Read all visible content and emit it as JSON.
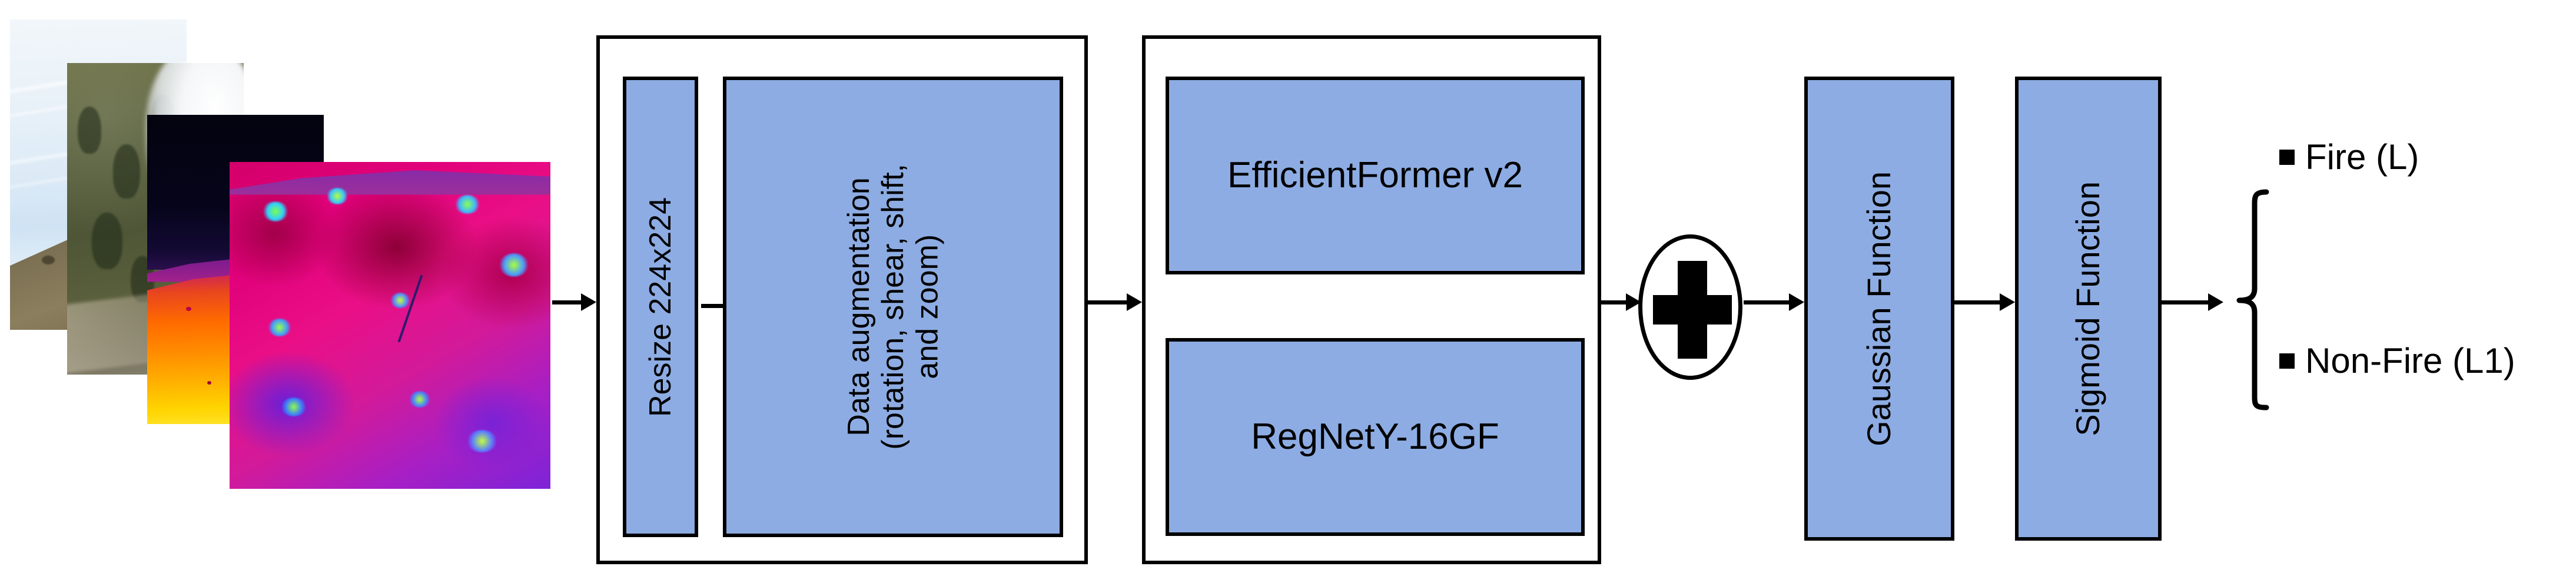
{
  "diagram": {
    "title": "Wildfire detection pipeline",
    "accent_blue": "#8DACE3",
    "stroke_color": "#000000",
    "background": "#FFFFFF"
  },
  "input": {
    "name": "input-image-stack",
    "description": "Stack of four overlapping input images",
    "images": [
      {
        "id": "image-1",
        "caption": "RGB aerial photo of dry hillside under sky"
      },
      {
        "id": "image-2",
        "caption": "RGB aerial photo of conifer forest with smoke plume"
      },
      {
        "id": "image-3",
        "caption": "Infrared thermal image of hot terrain"
      },
      {
        "id": "image-4",
        "caption": "False-colour analysis map of burn area"
      }
    ]
  },
  "preprocessing": {
    "name": "preprocessing-stage",
    "blocks": [
      {
        "id": "resize-block",
        "label": "Resize 224x224"
      },
      {
        "id": "augmentation-block",
        "label": "Data augmentation\n(rotation, shear, shift,\nand zoom)"
      }
    ]
  },
  "models": {
    "name": "backbone-models-stage",
    "blocks": [
      {
        "id": "efficientformer-block",
        "label": "EfficientFormer v2"
      },
      {
        "id": "regnety-block",
        "label": "RegNetY-16GF"
      }
    ]
  },
  "fusion": {
    "name": "fusion-node",
    "operator": "+",
    "icon": "plus-icon"
  },
  "postprocessing": {
    "name": "postprocessing-stage",
    "blocks": [
      {
        "id": "gaussian-block",
        "label": "Gaussian Function"
      },
      {
        "id": "sigmoid-block",
        "label": "Sigmoid Function"
      }
    ]
  },
  "output": {
    "name": "classification-output",
    "classes": [
      {
        "id": "class-fire",
        "label": "Fire  (L)"
      },
      {
        "id": "class-non-fire",
        "label": "Non-Fire (L1)"
      }
    ]
  },
  "connectors": [
    {
      "id": "arrow-input-to-preprocessing"
    },
    {
      "id": "arrow-resize-to-augmentation"
    },
    {
      "id": "arrow-preprocessing-to-models"
    },
    {
      "id": "arrow-models-to-fusion"
    },
    {
      "id": "arrow-fusion-to-gaussian"
    },
    {
      "id": "arrow-gaussian-to-sigmoid"
    },
    {
      "id": "arrow-sigmoid-to-output"
    }
  ]
}
